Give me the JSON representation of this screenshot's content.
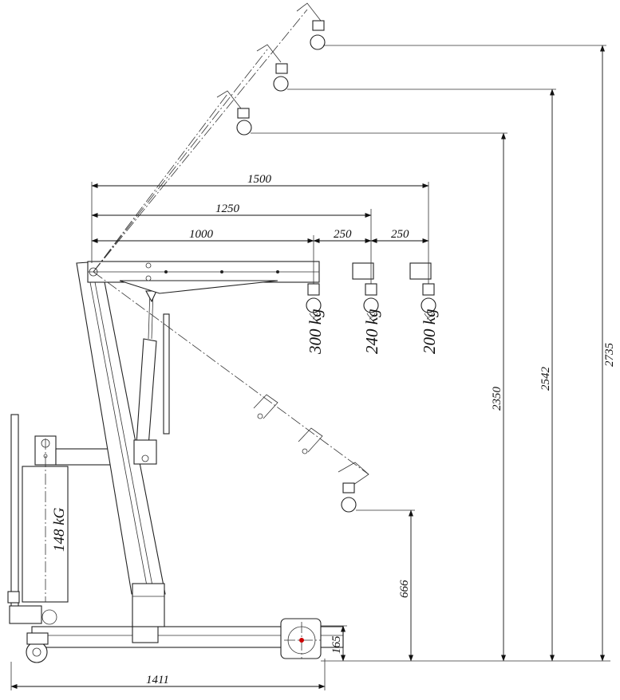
{
  "dimensions": {
    "reach_1500": "1500",
    "reach_1250": "1250",
    "reach_1000": "1000",
    "step_250_a": "250",
    "step_250_b": "250",
    "height_2350": "2350",
    "height_2542": "2542",
    "height_2735": "2735",
    "height_666": "666",
    "height_165": "165",
    "length_1411": "1411"
  },
  "loads": {
    "load_300": "300 kg",
    "load_240": "240 kg",
    "load_200": "200 kg"
  },
  "counterweight": {
    "label": "148 kG"
  }
}
